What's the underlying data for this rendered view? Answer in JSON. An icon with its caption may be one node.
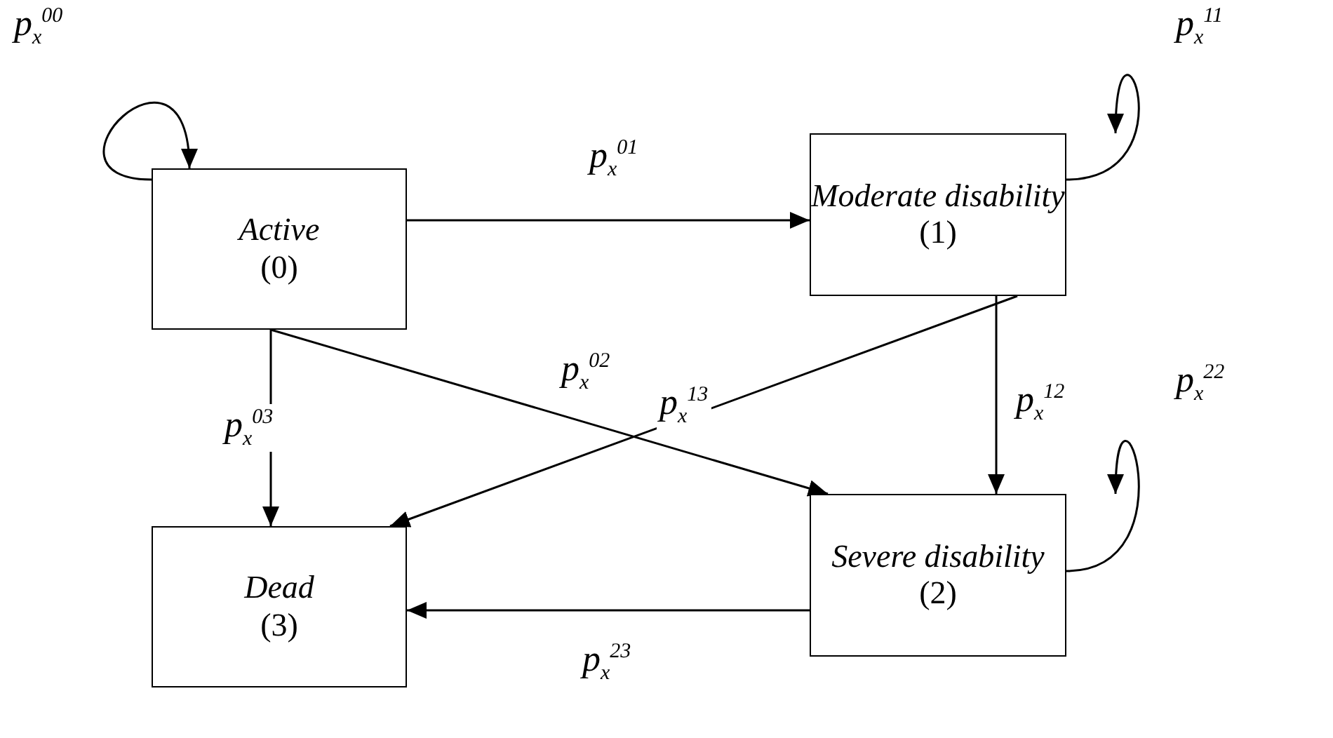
{
  "diagram": {
    "nodes": [
      {
        "text": [
          "Active",
          "(0)"
        ]
      },
      {
        "text": [
          "Moderate disability",
          "(1)"
        ]
      },
      {
        "text": [
          "Dead",
          "(3)"
        ]
      },
      {
        "text": [
          "Severe disability",
          "(2)"
        ]
      }
    ],
    "edges": [
      {
        "from": 0,
        "to": 0,
        "arrow": "to",
        "label": "p$_{x}$$^{00}$"
      },
      {
        "from": 0,
        "to": 1,
        "arrow": "to",
        "label": "p$_{x}$$^{01}$"
      },
      {
        "from": 1,
        "to": 1,
        "arrow": "to",
        "label": "p$_{x}$$^{11}$"
      },
      {
        "from": 0,
        "to": 2,
        "arrow": "to",
        "label": "p$_{x}$$^{03}$"
      },
      {
        "from": 0,
        "to": 3,
        "arrow": "to",
        "label": "p$_{x}$$^{02}$"
      },
      {
        "from": 1,
        "to": 2,
        "arrow": "to",
        "label": "p$_{x}$$^{13}$"
      },
      {
        "from": 1,
        "to": 3,
        "arrow": "to",
        "label": "p$_{x}$$^{12}$"
      },
      {
        "from": 3,
        "to": 3,
        "arrow": "to",
        "label": "p$_{x}$$^{22}$"
      },
      {
        "from": 3,
        "to": 2,
        "arrow": "to",
        "label": "p$_{x}$$^{23}$"
      }
    ]
  }
}
